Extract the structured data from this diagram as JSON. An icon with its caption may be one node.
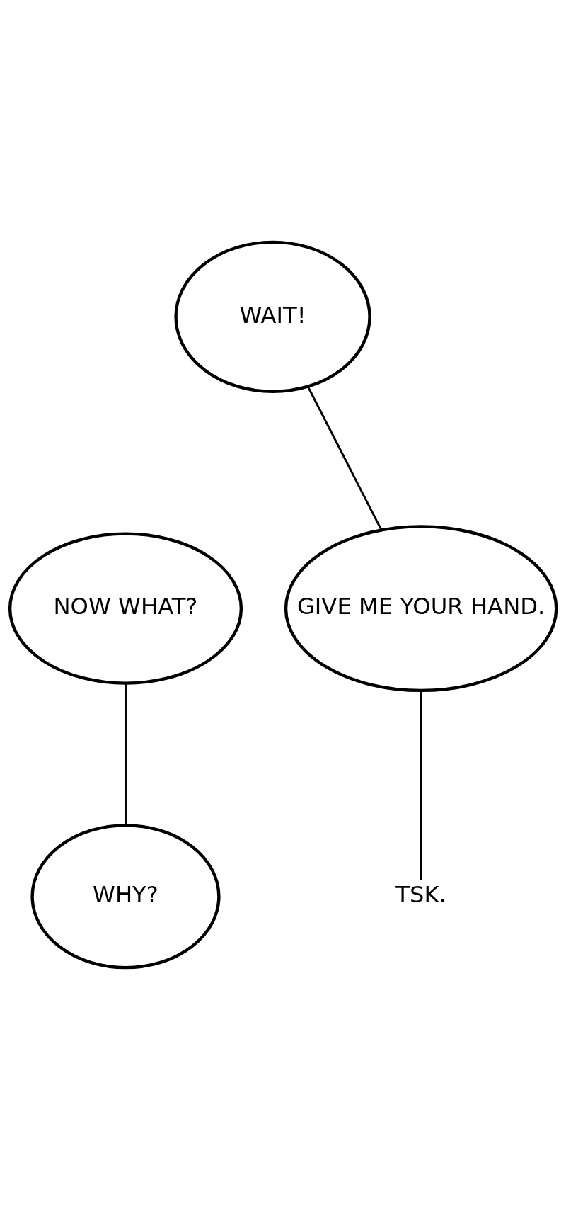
{
  "diagram": {
    "nodes": [
      {
        "text": [
          "WAIT!"
        ]
      },
      {
        "text": [
          "NOW WHAT?"
        ]
      },
      {
        "text": [
          "GIVE ME YOUR HAND."
        ]
      },
      {
        "text": [
          "WHY?"
        ]
      },
      {
        "text": [
          "TSK."
        ]
      }
    ],
    "edges": [
      {
        "from": 0,
        "to": 2,
        "arrow": "none"
      },
      {
        "from": 1,
        "to": 3,
        "arrow": "none"
      },
      {
        "from": 2,
        "to": 4,
        "arrow": "none"
      }
    ]
  }
}
